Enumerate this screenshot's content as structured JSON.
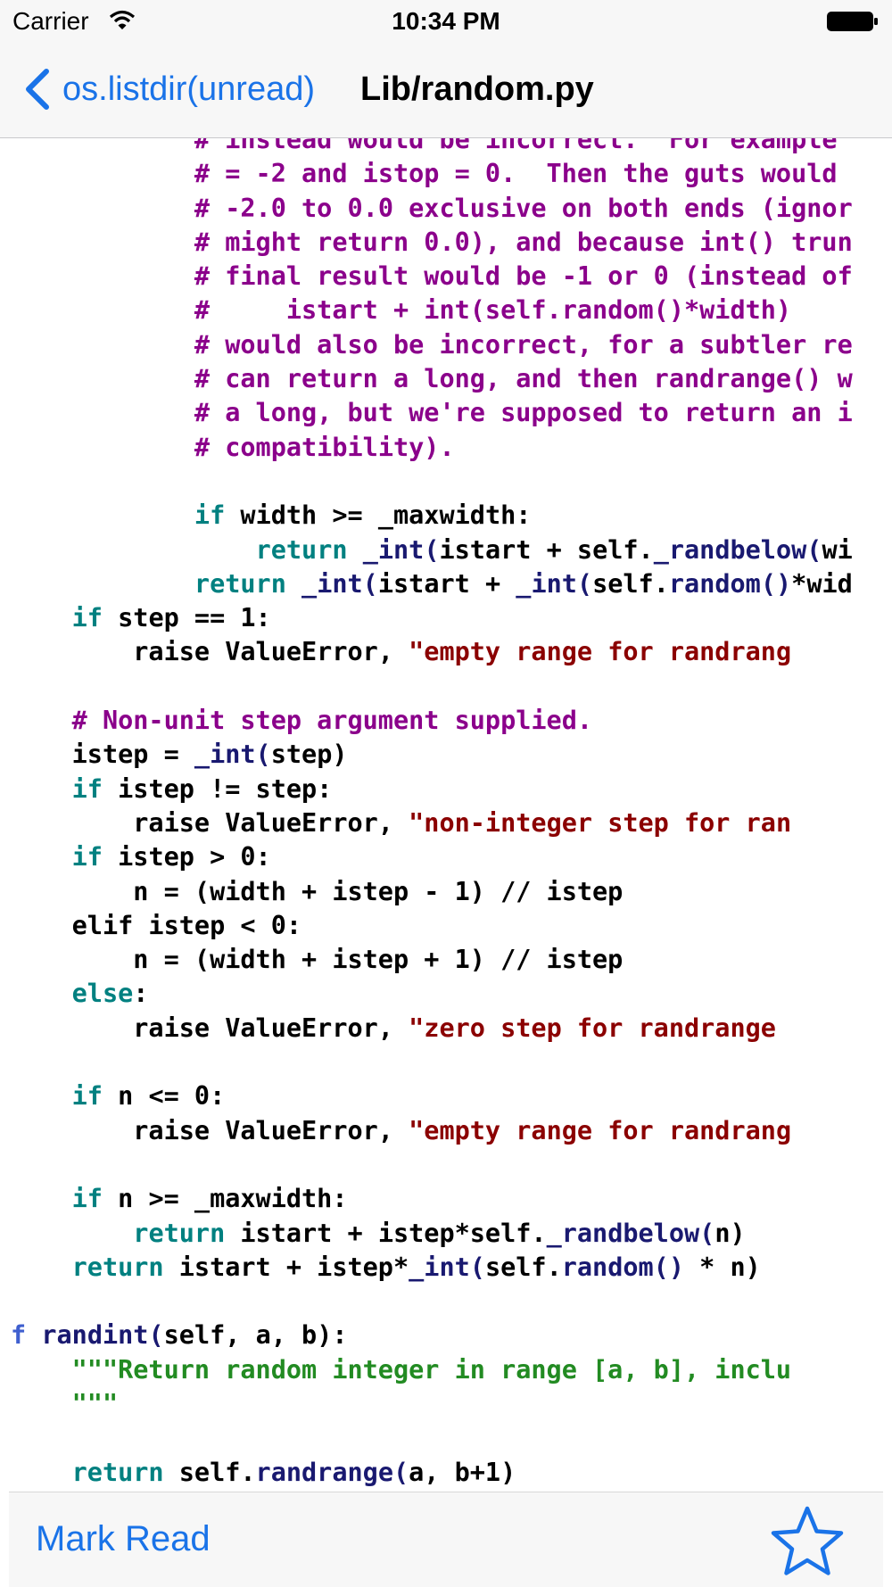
{
  "status": {
    "carrier": "Carrier",
    "time": "10:34 PM"
  },
  "nav": {
    "back_label": "os.listdir(unread)",
    "title": "Lib/random.py"
  },
  "code_lines": [
    [
      [
        "c",
        "    # instead would be incorrect.  For example"
      ]
    ],
    [
      [
        "c",
        "    # = -2 and istop = 0.  Then the guts would"
      ]
    ],
    [
      [
        "c",
        "    # -2.0 to 0.0 exclusive on both ends (ignor"
      ]
    ],
    [
      [
        "c",
        "    # might return 0.0), and because int() trun"
      ]
    ],
    [
      [
        "c",
        "    # final result would be -1 or 0 (instead of"
      ]
    ],
    [
      [
        "c",
        "    #     istart + int(self.random()*width)"
      ]
    ],
    [
      [
        "c",
        "    # would also be incorrect, for a subtler re"
      ]
    ],
    [
      [
        "c",
        "    # can return a long, and then randrange() w"
      ]
    ],
    [
      [
        "c",
        "    # a long, but we're supposed to return an i"
      ]
    ],
    [
      [
        "c",
        "    # compatibility)."
      ]
    ],
    [
      [
        "p",
        ""
      ]
    ],
    [
      [
        "p",
        "    "
      ],
      [
        "k",
        "if"
      ],
      [
        "p",
        " width >= _maxwidth:"
      ]
    ],
    [
      [
        "p",
        "        "
      ],
      [
        "k",
        "return"
      ],
      [
        "p",
        " "
      ],
      [
        "f",
        "_int("
      ],
      [
        "p",
        "istart + self."
      ],
      [
        "f",
        "_randbelow("
      ],
      [
        "p",
        "wi"
      ]
    ],
    [
      [
        "p",
        "    "
      ],
      [
        "k",
        "return"
      ],
      [
        "p",
        " "
      ],
      [
        "f",
        "_int("
      ],
      [
        "p",
        "istart + "
      ],
      [
        "f",
        "_int("
      ],
      [
        "p",
        "self."
      ],
      [
        "f",
        "random()"
      ],
      [
        "p",
        "*wid"
      ]
    ],
    [
      [
        "k",
        "if"
      ],
      [
        "p",
        " step == 1:"
      ]
    ],
    [
      [
        "p",
        "    raise ValueError, "
      ],
      [
        "s",
        "\"empty range for randrang"
      ]
    ],
    [
      [
        "p",
        ""
      ]
    ],
    [
      [
        "c",
        "# Non-unit step argument supplied."
      ]
    ],
    [
      [
        "p",
        "istep = "
      ],
      [
        "f",
        "_int("
      ],
      [
        "p",
        "step)"
      ]
    ],
    [
      [
        "k",
        "if"
      ],
      [
        "p",
        " istep != step:"
      ]
    ],
    [
      [
        "p",
        "    raise ValueError, "
      ],
      [
        "s",
        "\"non-integer step for ran"
      ]
    ],
    [
      [
        "k",
        "if"
      ],
      [
        "p",
        " istep > 0:"
      ]
    ],
    [
      [
        "p",
        "    n = (width + istep - 1) // istep"
      ]
    ],
    [
      [
        "p",
        "elif istep < 0:"
      ]
    ],
    [
      [
        "p",
        "    n = (width + istep + 1) // istep"
      ]
    ],
    [
      [
        "k",
        "else"
      ],
      [
        "p",
        ":"
      ]
    ],
    [
      [
        "p",
        "    raise ValueError, "
      ],
      [
        "s",
        "\"zero step for randrange"
      ]
    ],
    [
      [
        "p",
        ""
      ]
    ],
    [
      [
        "k",
        "if"
      ],
      [
        "p",
        " n <= 0:"
      ]
    ],
    [
      [
        "p",
        "    raise ValueError, "
      ],
      [
        "s",
        "\"empty range for randrang"
      ]
    ],
    [
      [
        "p",
        ""
      ]
    ],
    [
      [
        "k",
        "if"
      ],
      [
        "p",
        " n >= _maxwidth:"
      ]
    ],
    [
      [
        "p",
        "    "
      ],
      [
        "k",
        "return"
      ],
      [
        "p",
        " istart + istep*self."
      ],
      [
        "f",
        "_randbelow("
      ],
      [
        "p",
        "n)"
      ]
    ],
    [
      [
        "k",
        "return"
      ],
      [
        "p",
        " istart + istep*"
      ],
      [
        "f",
        "_int("
      ],
      [
        "p",
        "self."
      ],
      [
        "f",
        "random()"
      ],
      [
        "p",
        " * n)"
      ]
    ],
    [
      [
        "p",
        ""
      ]
    ],
    [
      [
        "b",
        "f"
      ],
      [
        "p",
        " "
      ],
      [
        "f",
        "randint("
      ],
      [
        "p",
        "self, a, b):"
      ]
    ],
    [
      [
        "d",
        "\"\"\"Return random integer in range [a, b], inclu"
      ]
    ],
    [
      [
        "d",
        "\"\"\""
      ]
    ],
    [
      [
        "p",
        ""
      ]
    ],
    [
      [
        "k",
        "return"
      ],
      [
        "p",
        " self."
      ],
      [
        "f",
        "randrange("
      ],
      [
        "p",
        "a, b+1)"
      ]
    ]
  ],
  "code_indent": [
    2,
    2,
    2,
    2,
    2,
    2,
    2,
    2,
    2,
    2,
    0,
    2,
    2,
    2,
    1,
    1,
    0,
    1,
    1,
    1,
    1,
    1,
    1,
    1,
    1,
    1,
    1,
    0,
    1,
    1,
    0,
    1,
    1,
    1,
    0,
    0,
    1,
    1,
    0,
    1
  ],
  "toolbar": {
    "mark_read_label": "Mark Read"
  },
  "icons": {
    "back": "chevron-left-icon",
    "star": "star-outline-icon",
    "wifi": "wifi-icon",
    "battery": "battery-icon"
  },
  "colors": {
    "accent": "#1a73e8",
    "comment": "#8b008b",
    "keyword": "#008080",
    "string": "#8b0000",
    "function": "#191970",
    "docstring": "#228b22"
  }
}
